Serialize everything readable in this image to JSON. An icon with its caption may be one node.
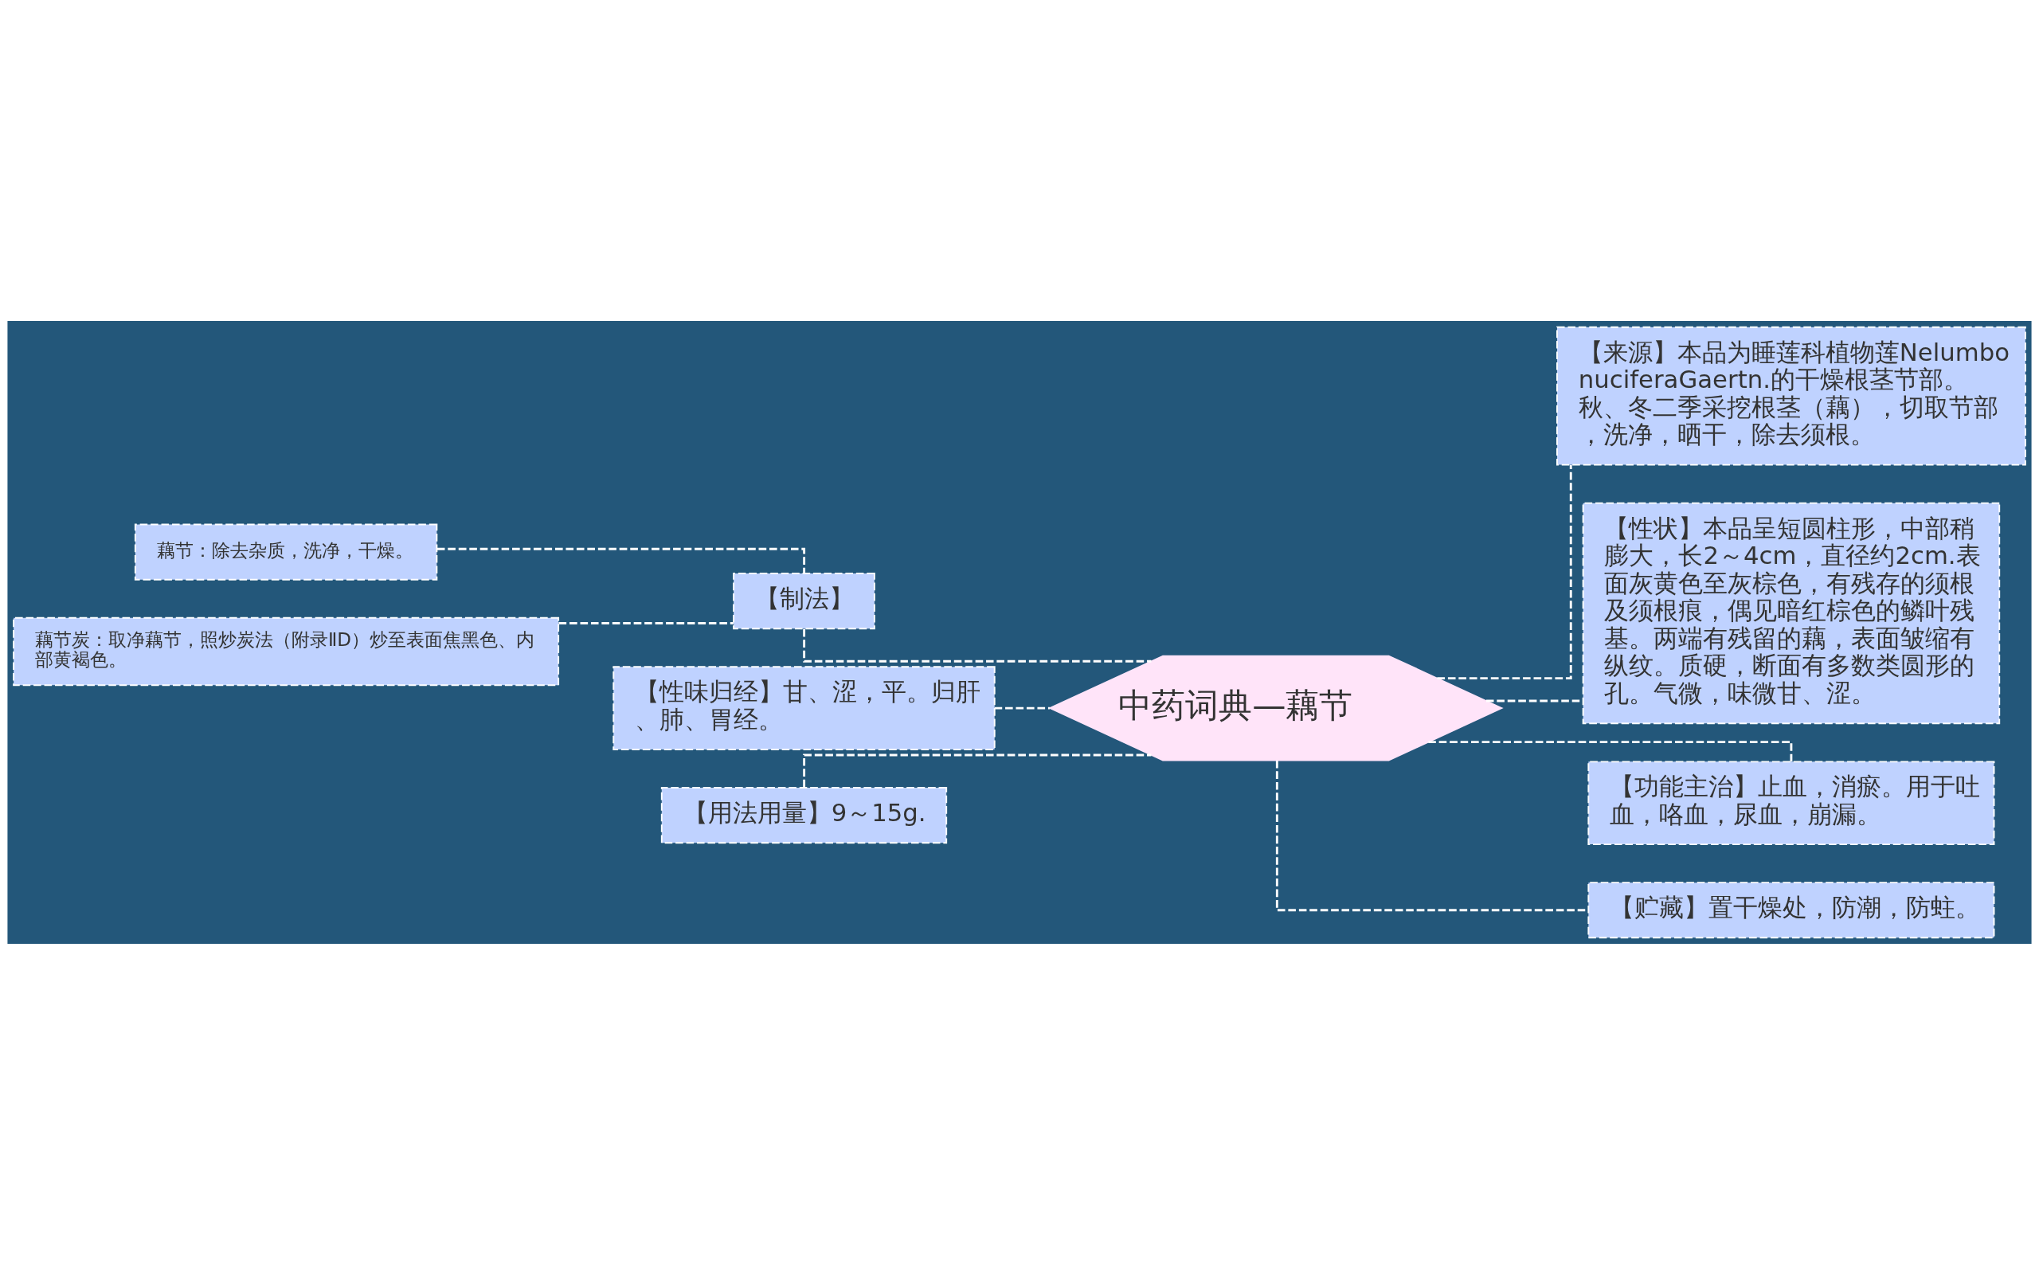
{
  "diagram": {
    "nodes": [
      {
        "text": [
          "中药词典—藕节"
        ]
      },
      {
        "text": [
          "【制法】"
        ]
      },
      {
        "text": [
          "藕节：除去杂质，洗净，干燥。"
        ]
      },
      {
        "text": [
          "藕节炭：取净藕节，照炒炭法（附录ⅡD）炒至表面焦黑色、内部黄褐色。"
        ]
      },
      {
        "text": [
          "【性味归经】甘、涩，平。归肝、肺、胃经。"
        ]
      },
      {
        "text": [
          "【用法用量】9～15g."
        ]
      },
      {
        "text": [
          "【来源】本品为睡莲科植物莲NelumbonuciferaGaertn.的干燥根茎节部。秋、冬二季采挖根茎（藕），切取节部，洗净，晒干，除去须根。"
        ]
      },
      {
        "text": [
          "【性状】本品呈短圆柱形，中部稍膨大，长2～4cm，直径约2cm.表面灰黄色至灰棕色，有残存的须根及须根痕，偶见暗红棕色的鳞叶残基。两端有残留的藕，表面皱缩有纵纹。质硬，断面有多数类圆形的孔。气微，味微甘、涩。"
        ]
      },
      {
        "text": [
          "【功能主治】止血，消瘀。用于吐血，咯血，尿血，崩漏。"
        ]
      },
      {
        "text": [
          "【贮藏】置干燥处，防潮，防蛀。"
        ]
      }
    ],
    "edges": [
      {
        "from": 0,
        "to": 1,
        "arrow": "none",
        "style": "dashed"
      },
      {
        "from": 1,
        "to": 2,
        "arrow": "none",
        "style": "dashed"
      },
      {
        "from": 1,
        "to": 3,
        "arrow": "none",
        "style": "dashed"
      },
      {
        "from": 0,
        "to": 4,
        "arrow": "none",
        "style": "dashed"
      },
      {
        "from": 0,
        "to": 5,
        "arrow": "none",
        "style": "dashed"
      },
      {
        "from": 0,
        "to": 6,
        "arrow": "none",
        "style": "dashed"
      },
      {
        "from": 0,
        "to": 7,
        "arrow": "none",
        "style": "dashed"
      },
      {
        "from": 0,
        "to": 8,
        "arrow": "none",
        "style": "dashed"
      },
      {
        "from": 0,
        "to": 9,
        "arrow": "none",
        "style": "dashed"
      }
    ]
  }
}
